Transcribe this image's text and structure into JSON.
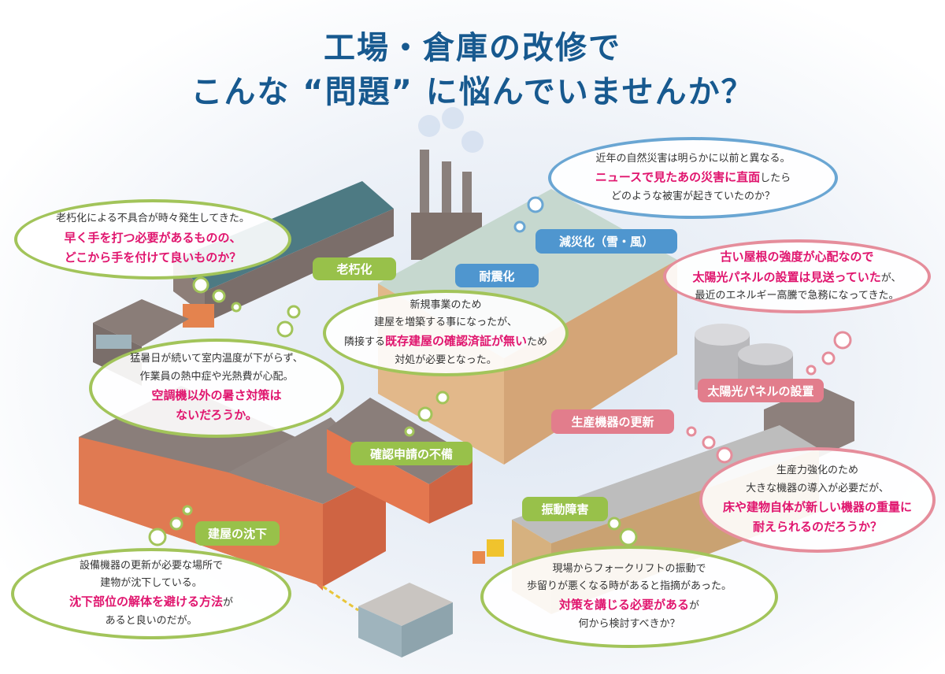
{
  "title": {
    "line1": "工場・倉庫の改修で",
    "line2": "こんな “問題” に悩んでいませんか？"
  },
  "colors": {
    "title": "#17598f",
    "highlight": "#e0156e",
    "green": "#98c14a",
    "blue": "#4f96cf",
    "pink": "#e27d8c"
  },
  "tags": [
    {
      "label": "老朽化",
      "color": "green"
    },
    {
      "label": "耐震化",
      "color": "blue"
    },
    {
      "label": "減災化（雪・風）",
      "color": "blue"
    },
    {
      "label": "太陽光パネルの設置",
      "color": "pink"
    },
    {
      "label": "生産機器の更新",
      "color": "pink"
    },
    {
      "label": "確認申請の不備",
      "color": "green"
    },
    {
      "label": "振動障害",
      "color": "green"
    },
    {
      "label": "建屋の沈下",
      "color": "green"
    }
  ],
  "bubbles": [
    {
      "topic": "aging",
      "color": "green",
      "lines": [
        [
          {
            "text": "老朽化による不具合が時々発生してきた。",
            "hl": false
          }
        ],
        [
          {
            "text": "早く手を打つ必要があるものの、",
            "hl": true
          }
        ],
        [
          {
            "text": "どこから手を付けて良いものか？",
            "hl": true
          }
        ]
      ]
    },
    {
      "topic": "disaster",
      "color": "blue",
      "lines": [
        [
          {
            "text": "近年の自然災害は明らかに以前と異なる。",
            "hl": false
          }
        ],
        [
          {
            "text": "ニュースで見たあの災害に直面",
            "hl": true
          },
          {
            "text": "したら",
            "hl": false
          }
        ],
        [
          {
            "text": "どのような被害が起きていたのか？",
            "hl": false
          }
        ]
      ]
    },
    {
      "topic": "solar",
      "color": "pink",
      "lines": [
        [
          {
            "text": "古い屋根の強度が心配なので",
            "hl": true
          }
        ],
        [
          {
            "text": "太陽光パネルの設置は見送っていた",
            "hl": true
          },
          {
            "text": "が、",
            "hl": false
          }
        ],
        [
          {
            "text": "最近のエネルギー高騰で急務になってきた。",
            "hl": false
          }
        ]
      ]
    },
    {
      "topic": "extension",
      "color": "green",
      "lines": [
        [
          {
            "text": "新規事業のため",
            "hl": false
          }
        ],
        [
          {
            "text": "建屋を増築する事になったが、",
            "hl": false
          }
        ],
        [
          {
            "text": "隣接する",
            "hl": false
          },
          {
            "text": "既存建屋の確認済証が無い",
            "hl": true
          },
          {
            "text": "ため",
            "hl": false
          }
        ],
        [
          {
            "text": "対処が必要となった。",
            "hl": false
          }
        ]
      ]
    },
    {
      "topic": "heat",
      "color": "green",
      "lines": [
        [
          {
            "text": "猛暑日が続いて室内温度が下がらず、",
            "hl": false
          }
        ],
        [
          {
            "text": "作業員の熱中症や光熱費が心配。",
            "hl": false
          }
        ],
        [
          {
            "text": "空調機以外の暑さ対策は",
            "hl": true
          }
        ],
        [
          {
            "text": "ないだろうか。",
            "hl": true
          }
        ]
      ]
    },
    {
      "topic": "equipment",
      "color": "pink",
      "lines": [
        [
          {
            "text": "生産力強化のため",
            "hl": false
          }
        ],
        [
          {
            "text": "大きな機器の導入が必要だが、",
            "hl": false
          }
        ],
        [
          {
            "text": "床や建物自体が新しい機器の重量に",
            "hl": true
          }
        ],
        [
          {
            "text": "耐えられるのだろうか？",
            "hl": true
          }
        ]
      ]
    },
    {
      "topic": "subsidence",
      "color": "green",
      "lines": [
        [
          {
            "text": "設備機器の更新が必要な場所で",
            "hl": false
          }
        ],
        [
          {
            "text": "建物が沈下している。",
            "hl": false
          }
        ],
        [
          {
            "text": "沈下部位の解体を避ける方法",
            "hl": true
          },
          {
            "text": "が",
            "hl": false
          }
        ],
        [
          {
            "text": "あると良いのだが。",
            "hl": false
          }
        ]
      ]
    },
    {
      "topic": "vibration",
      "color": "green",
      "lines": [
        [
          {
            "text": "現場からフォークリフトの振動で",
            "hl": false
          }
        ],
        [
          {
            "text": "歩留りが悪くなる時があると指摘があった。",
            "hl": false
          }
        ],
        [
          {
            "text": "対策を講じる必要がある",
            "hl": true
          },
          {
            "text": "が",
            "hl": false
          }
        ],
        [
          {
            "text": "何から検討すべきか？",
            "hl": false
          }
        ]
      ]
    }
  ]
}
